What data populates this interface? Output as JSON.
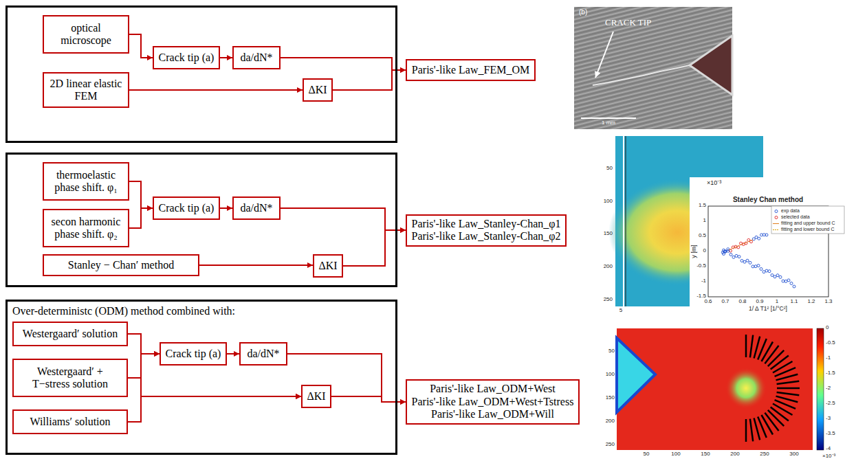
{
  "diagram": {
    "nodes": [
      {
        "text": []
      },
      {
        "text": [
          "optical microscope"
        ],
        "in": 0
      },
      {
        "text": [
          "Crack tip (a)"
        ],
        "in": 0
      },
      {
        "text": [
          "da/dN*"
        ],
        "in": 0
      },
      {
        "text": [
          "2D linear elastic FEM"
        ],
        "in": 0
      },
      {
        "text": [
          "ΔKI"
        ],
        "in": 0
      },
      {
        "text": [
          "Paris'-like Law_FEM_OM"
        ]
      },
      {
        "text": []
      },
      {
        "text": [
          "thermoelastic phase shift. φ₁"
        ],
        "in": 7
      },
      {
        "text": [
          "secon harmonic phase shift. φ₂"
        ],
        "in": 7
      },
      {
        "text": [
          "Crack tip (a)"
        ],
        "in": 7
      },
      {
        "text": [
          "da/dN*"
        ],
        "in": 7
      },
      {
        "text": [
          "Stanley − Chan′ method"
        ],
        "in": 7
      },
      {
        "text": [
          "ΔKI"
        ],
        "in": 7
      },
      {
        "text": [
          "Paris'-like Law_Stanley-Chan_φ1",
          "Paris'-like Law_Stanley-Chan_φ2"
        ]
      },
      {
        "text": [
          "Over-deterministc (ODM) method combined with:"
        ]
      },
      {
        "text": [
          "Westergaard′ solution"
        ],
        "in": 15
      },
      {
        "text": [
          "Westergaard′ + T−stress solution"
        ],
        "in": 15
      },
      {
        "text": [
          "Williams′ solution"
        ],
        "in": 15
      },
      {
        "text": [
          "Crack tip (a)"
        ],
        "in": 15
      },
      {
        "text": [
          "da/dN*"
        ],
        "in": 15
      },
      {
        "text": [
          "ΔKI"
        ],
        "in": 15
      },
      {
        "text": [
          "Paris'-like Law_ODM+West",
          "Paris'-like Law_ODM+West+Tstress",
          "Paris'-like Law_ODM+Will"
        ]
      }
    ],
    "edges": [
      {
        "from": 1,
        "to": 2,
        "arrow": "to"
      },
      {
        "from": 2,
        "to": 3,
        "arrow": "to"
      },
      {
        "from": 3,
        "to": 6,
        "arrow": "to"
      },
      {
        "from": 4,
        "to": 5,
        "arrow": "to"
      },
      {
        "from": 5,
        "to": 6,
        "arrow": "to"
      },
      {
        "from": 8,
        "to": 10,
        "arrow": "to"
      },
      {
        "from": 9,
        "to": 10,
        "arrow": "to"
      },
      {
        "from": 10,
        "to": 11,
        "arrow": "to"
      },
      {
        "from": 11,
        "to": 14,
        "arrow": "to"
      },
      {
        "from": 12,
        "to": 13,
        "arrow": "to"
      },
      {
        "from": 13,
        "to": 14,
        "arrow": "to"
      },
      {
        "from": 16,
        "to": 19,
        "arrow": "to"
      },
      {
        "from": 17,
        "to": 19,
        "arrow": "to"
      },
      {
        "from": 18,
        "to": 19,
        "arrow": "to"
      },
      {
        "from": 16,
        "to": 21,
        "arrow": "to"
      },
      {
        "from": 17,
        "to": 21,
        "arrow": "to"
      },
      {
        "from": 18,
        "to": 21,
        "arrow": "to"
      },
      {
        "from": 19,
        "to": 20,
        "arrow": "to"
      },
      {
        "from": 20,
        "to": 22,
        "arrow": "to"
      },
      {
        "from": 21,
        "to": 22,
        "arrow": "to"
      }
    ],
    "labels": [
      "(b)",
      "CRACK TIP",
      "1 mm",
      "50",
      "100",
      "150",
      "200",
      "250",
      "5",
      "×10⁻³",
      "Stanley Chan method",
      "1.5",
      "1",
      "0.5",
      "0",
      "-0.5",
      "-1",
      "-1.5",
      "0.6",
      "0.7",
      "0.8",
      "0.9",
      "1",
      "1.1",
      "1.2",
      "1.3",
      "y [m]",
      "1/ Δ T1² [1/°C²]",
      "50",
      "100",
      "150",
      "200",
      "250",
      "50",
      "100",
      "150",
      "200",
      "250",
      "300",
      "0",
      "-0.5",
      "-1",
      "-1.5",
      "-2",
      "-2.5",
      "-3",
      "-3.5",
      "-4",
      "×10⁻³"
    ],
    "legend": [
      {
        "text": "exp data"
      },
      {
        "text": "selected data"
      },
      {
        "text": "fitting and upper bound C"
      },
      {
        "text": "fitting and lower bound C"
      }
    ]
  }
}
